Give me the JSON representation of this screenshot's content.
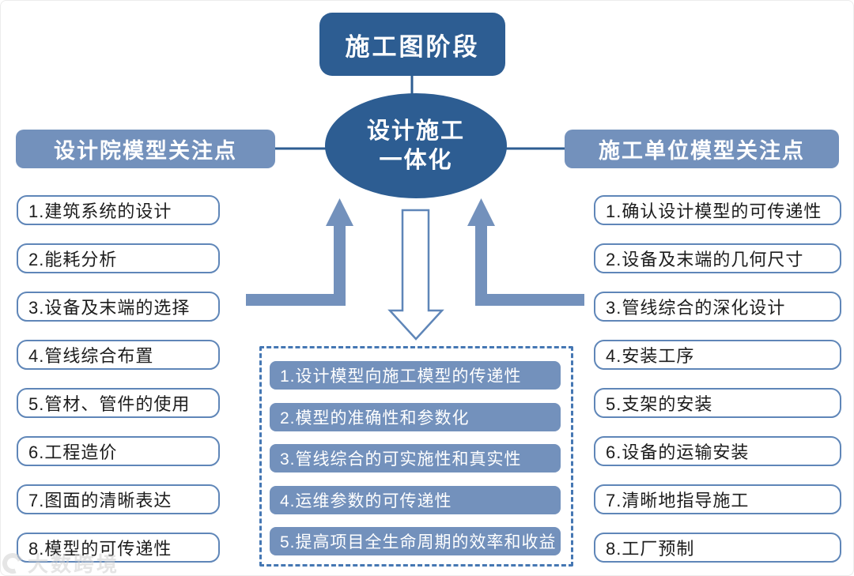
{
  "top_stage": {
    "label": "施工图阶段"
  },
  "center_hub": {
    "label_line1": "设计施工",
    "label_line2": "一体化"
  },
  "left_panel": {
    "header": "设计院模型关注点",
    "items": [
      "1.建筑系统的设计",
      "2.能耗分析",
      "3.设备及末端的选择",
      "4.管线综合布置",
      "5.管材、管件的使用",
      "6.工程造价",
      "7.图面的清晰表达",
      "8.模型的可传递性"
    ]
  },
  "right_panel": {
    "header": "施工单位模型关注点",
    "items": [
      "1.确认设计模型的可传递性",
      "2.设备及末端的几何尺寸",
      "3.管线综合的深化设计",
      "4.安装工序",
      "5.支架的安装",
      "6.设备的运输安装",
      "7.清晰地指导施工",
      "8.工厂预制"
    ]
  },
  "integration_points": {
    "items": [
      "1.设计模型向施工模型的传递性",
      "2.模型的准确性和参数化",
      "3.管线综合的可实施性和真实性",
      "4.运维参数的可传递性",
      "5.提高项目全生命周期的效率和收益"
    ]
  },
  "watermark": {
    "text": "大数跨境"
  },
  "icons": {
    "left_up_arrow": "up-arrow-icon",
    "right_up_arrow": "up-arrow-icon",
    "center_down_arrow": "down-arrow-icon"
  },
  "colors": {
    "dark_blue": "#2d5d92",
    "medium_blue": "#7391bc",
    "item_border": "#5f86b8",
    "dash_blue": "#4577b3",
    "text_dark": "#1c1c1c",
    "watermark": "#cfcfcf"
  }
}
